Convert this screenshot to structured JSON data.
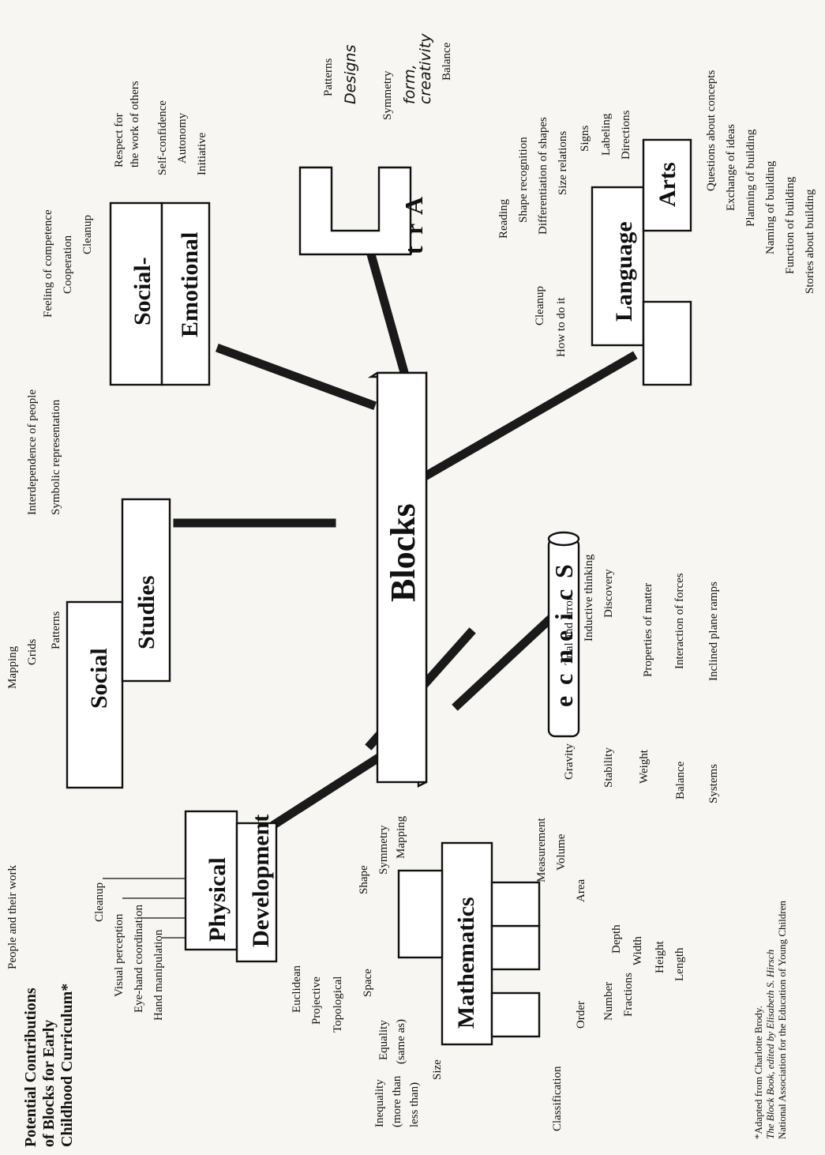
{
  "title": [
    "Potential Contributions",
    "of Blocks for Early",
    "Childhood Curriculum*"
  ],
  "center": "Blocks",
  "social_studies": {
    "title": [
      "Social",
      "Studies"
    ],
    "items": [
      "People and their work",
      "Mapping",
      "Grids",
      "Patterns",
      "Interdependence of people",
      "Symbolic representation"
    ]
  },
  "social_emotional": {
    "title": [
      "Social-",
      "Emotional"
    ],
    "items": [
      "Feeling of competence",
      "Cooperation",
      "Cleanup",
      "Respect for",
      "the work of others",
      "Self-confidence",
      "Autonomy",
      "Initiative"
    ]
  },
  "art": {
    "letters": [
      "A",
      "r",
      "t"
    ],
    "items": [
      "Patterns",
      "Symmetry",
      "Balance"
    ],
    "handwritten": [
      "Designs",
      "form,",
      "creativity"
    ]
  },
  "language_arts": {
    "title": [
      "Language",
      "Arts"
    ],
    "items_left": [
      "Cleanup",
      "How to do it",
      "Reading",
      "Shape recognition",
      "Differentiation of shapes",
      "Size relations",
      "Signs",
      "Labeling",
      "Directions"
    ],
    "items_right": [
      "Questions about concepts",
      "Exchange of ideas",
      "Planning of building",
      "Naming of building",
      "Function of building",
      "Stories about building"
    ]
  },
  "physical": {
    "title": [
      "Physical",
      "Development"
    ],
    "items": [
      "Cleanup",
      "Visual perception",
      "Eye-hand coordination",
      "Hand manipulation"
    ]
  },
  "mathematics": {
    "title": "Mathematics",
    "items_top": [
      "Shape",
      "Symmetry",
      "Mapping",
      "Measurement",
      "Volume",
      "Area"
    ],
    "space": [
      "Euclidean",
      "Projective",
      "Topological",
      "Space"
    ],
    "size": [
      "Inequality",
      "(more than",
      "less than)",
      "Equality",
      "(same as)",
      "Size"
    ],
    "items_bottom": [
      "Classification",
      "Order",
      "Number",
      "Fractions",
      "Depth",
      "Width",
      "Height",
      "Length"
    ]
  },
  "science": {
    "letters": [
      "S",
      "c",
      "i",
      "e",
      "n",
      "c",
      "e"
    ],
    "items_left": [
      "Gravity",
      "Stability",
      "Weight",
      "Balance",
      "Systems"
    ],
    "items_right": [
      "Trial and error",
      "Inductive thinking",
      "Discovery",
      "Properties of matter",
      "Interaction of forces",
      "Inclined plane ramps"
    ]
  },
  "footnote": [
    "*Adapted from Charlotte Brody.",
    "The Block Book, edited by Elisabeth S. Hirsch",
    "National Association for the Education of Young Children"
  ]
}
